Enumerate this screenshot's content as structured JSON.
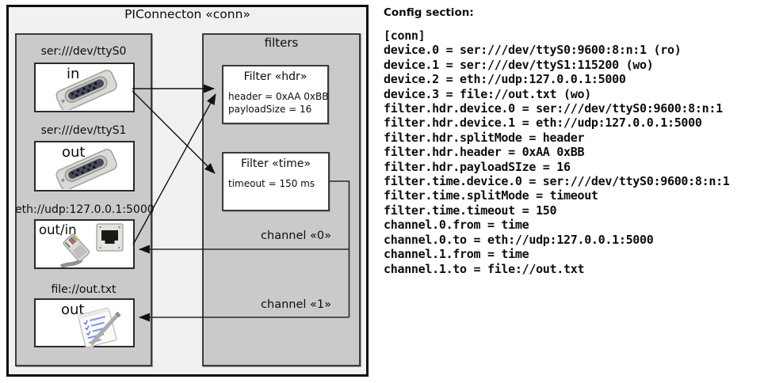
{
  "colors": {
    "outer_background": "#f1f1f1",
    "panel_background": "#cacaca",
    "box_background": "#ffffff",
    "line": "#1a1a1a"
  },
  "diagram": {
    "title": "PIConnecton «conn»",
    "devices_panel": {
      "devices": [
        {
          "uri": "ser:///dev/ttyS0",
          "direction": "in",
          "icon": "serial-connector-icon"
        },
        {
          "uri": "ser:///dev/ttyS1",
          "direction": "out",
          "icon": "serial-connector-icon"
        },
        {
          "uri": "eth://udp:127.0.0.1:5000",
          "direction": "out/in",
          "icon": "ethernet-icon"
        },
        {
          "uri": "file://out.txt",
          "direction": "out",
          "icon": "notepad-icon"
        }
      ]
    },
    "filters_panel": {
      "label": "filters",
      "filters": [
        {
          "title": "Filter «hdr»",
          "properties": [
            "header = 0xAA 0xBB",
            "payloadSize = 16"
          ]
        },
        {
          "title": "Filter «time»",
          "properties": [
            "timeout = 150 ms"
          ]
        }
      ]
    },
    "channels": [
      {
        "label": "channel «0»"
      },
      {
        "label": "channel «1»"
      }
    ]
  },
  "config": {
    "heading": "Config section:",
    "lines": [
      "[conn]",
      "device.0 = ser:///dev/ttyS0:9600:8:n:1 (ro)",
      "device.1 = ser:///dev/ttyS1:115200 (wo)",
      "device.2 = eth://udp:127.0.0.1:5000",
      "device.3 = file://out.txt (wo)",
      "filter.hdr.device.0 = ser:///dev/ttyS0:9600:8:n:1",
      "filter.hdr.device.1 = eth://udp:127.0.0.1:5000",
      "filter.hdr.splitMode = header",
      "filter.hdr.header = 0xAA 0xBB",
      "filter.hdr.payloadSIze = 16",
      "filter.time.device.0 = ser:///dev/ttyS0:9600:8:n:1",
      "filter.time.splitMode = timeout",
      "filter.time.timeout = 150",
      "channel.0.from = time",
      "channel.0.to = eth://udp:127.0.0.1:5000",
      "channel.1.from = time",
      "channel.1.to = file://out.txt"
    ]
  }
}
